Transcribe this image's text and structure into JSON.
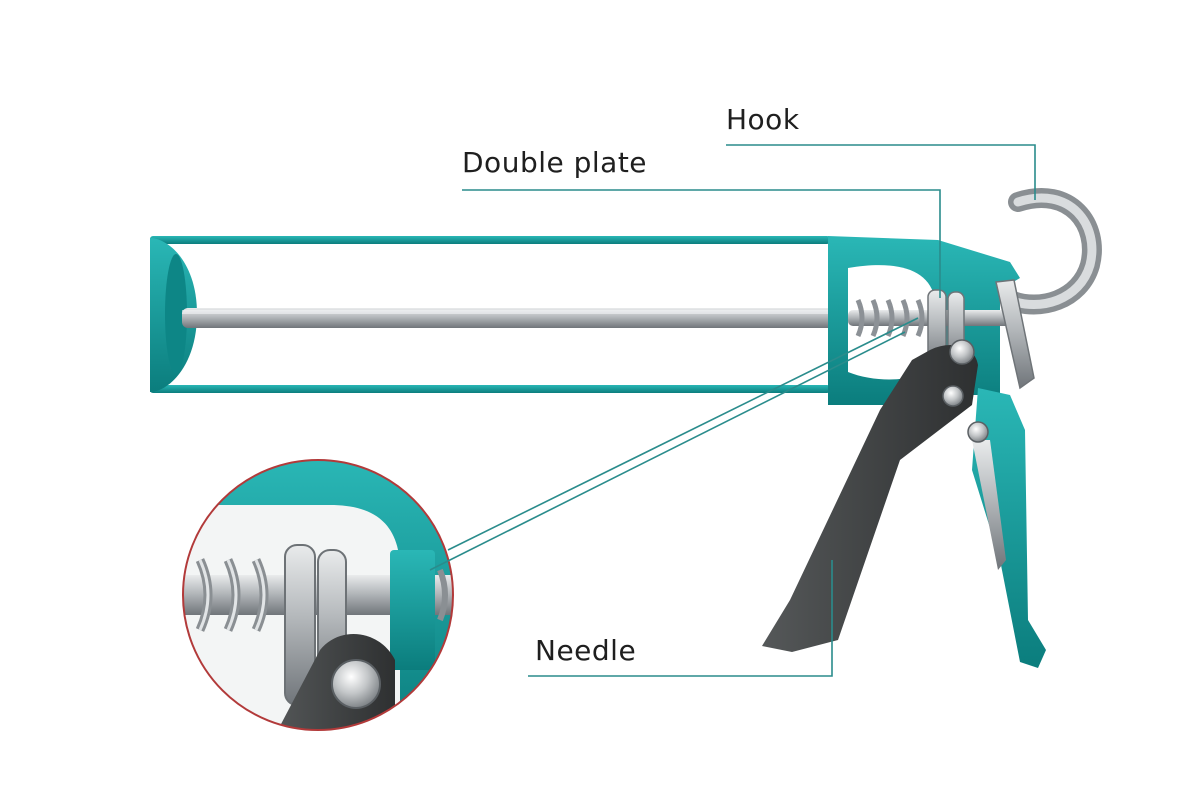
{
  "labels": {
    "hook": "Hook",
    "double_plate": "Double plate",
    "needle": "Needle"
  },
  "colors": {
    "teal": "#13a3a3",
    "teal_dark": "#0c7f7f",
    "steel": "#b9bcbe",
    "steel_dark": "#7d8285",
    "handle_dark": "#3d3f40",
    "leader_line": "#2a8c8c",
    "text": "#1f1f1f"
  }
}
